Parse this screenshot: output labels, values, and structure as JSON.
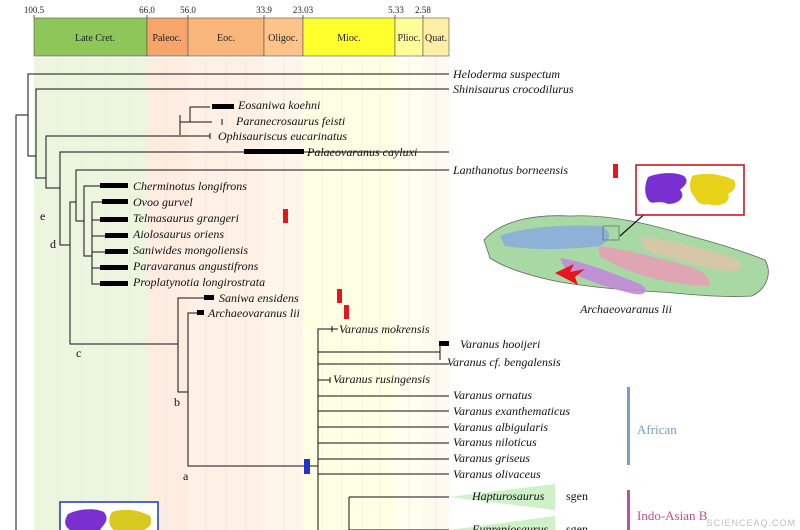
{
  "timescale": {
    "ticks": [
      "100.5",
      "66.0",
      "56.0",
      "33.9",
      "23.03",
      "5.33",
      "2.58"
    ],
    "epochs": [
      {
        "label": "Late Cret.",
        "color": "#8fc65a"
      },
      {
        "label": "Paleoc.",
        "color": "#f7a56b"
      },
      {
        "label": "Eoc.",
        "color": "#f9b67a"
      },
      {
        "label": "Oligoc.",
        "color": "#fdc389"
      },
      {
        "label": "Mioc.",
        "color": "#ffff2e"
      },
      {
        "label": "Plioc.",
        "color": "#ffff9a"
      },
      {
        "label": "Quat.",
        "color": "#ffefa6"
      }
    ]
  },
  "taxa": {
    "heloderma": "Heloderma suspectum",
    "shinisaurus": "Shinisaurus crocodilurus",
    "eosaniwa": "Eosaniwa koehni",
    "paranecrosaurus": "Paranecrosaurus feisti",
    "ophisauriscus": "Ophisauriscus eucarinatus",
    "palaeovaranus": "Palaeovaranus cayluxi",
    "lanthanotus": "Lanthanotus borneensis",
    "cherminotus": "Cherminotus longifrons",
    "ovoo": "Ovoo gurvel",
    "telmasaurus": "Telmasaurus grangeri",
    "aiolosaurus": "Aiolosaurus oriens",
    "saniwides": "Saniwides mongoliensis",
    "paravaranus": "Paravaranus angustifrons",
    "proplatynotia": "Proplatynotia longirostrata",
    "saniwa": "Saniwa ensidens",
    "archaeovaranus": "Archaeovaranus lii",
    "mokrensis": "Varanus mokrensis",
    "hooijeri": "Varanus hooijeri",
    "bengalensis": "Varanus cf. bengalensis",
    "rusingensis": "Varanus rusingensis",
    "ornatus": "Varanus ornatus",
    "exanthematicus": "Varanus exanthematicus",
    "albigularis": "Varanus albigularis",
    "niloticus": "Varanus niloticus",
    "griseus": "Varanus griseus",
    "olivaceus": "Varanus olivaceus",
    "hapturosaurus": "Hapturosaurus",
    "euprepiosaurus": "Euprepiosaurus"
  },
  "subgenus_tag": "sgen",
  "node_labels": {
    "a": "a",
    "b": "b",
    "c": "c",
    "d": "d",
    "e": "e"
  },
  "clades": {
    "african": {
      "label": "African",
      "color": "#7a9ec6"
    },
    "indo_asian": {
      "label": "Indo-Asian B",
      "color": "#c0509a"
    }
  },
  "skull_caption": "Archaeovaranus lii",
  "watermark": "SCIENCEAQ.COM",
  "colors": {
    "highlight_red": "#e8141e",
    "node_marker": "#2233cc",
    "archaeovaranus_text": "#d0202a"
  }
}
